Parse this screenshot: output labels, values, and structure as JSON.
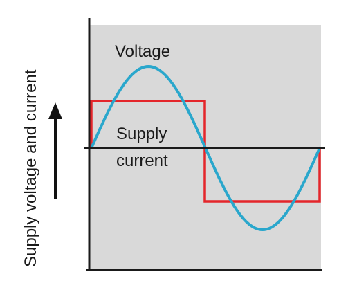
{
  "diagram": {
    "voltage_label": "Voltage",
    "current_label_line1": "Supply",
    "current_label_line2": "current",
    "y_axis_label": "Supply voltage and current"
  },
  "colors": {
    "plot_background": "#d9d9d9",
    "voltage_wave": "#2aa7cc",
    "supply_current": "#e4262b",
    "axes": "#1a1a1a"
  }
}
